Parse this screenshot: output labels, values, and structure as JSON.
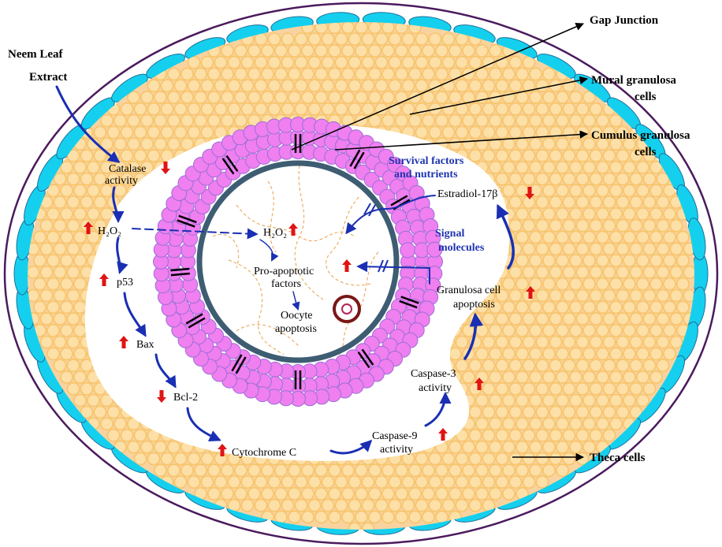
{
  "colors": {
    "background": "#ffffff",
    "theca_fill": "#ffffff",
    "theca_cell": "#14d0ee",
    "theca_cell_stroke": "#1f6f9a",
    "outer_ring": "#4b1a5e",
    "granulosa_fill": "#f8d3a0",
    "granulosa_cell": "#f7c46a",
    "granulosa_cell_inner": "#fde0a8",
    "antrum_fill": "#ffffff",
    "cumulus_cell": "#f07ff0",
    "cumulus_cell_stroke": "#9b6fd6",
    "zona_ring": "#3e5d73",
    "oocyte_fill": "#ffffff",
    "oocyte_lines": "#e8a04a",
    "nucleus_ring": "#7a1717",
    "arrow_blue": "#1a2fb3",
    "arrow_red": "#e01414",
    "pointer_black": "#000000"
  },
  "labels": {
    "neem_line1": "Neem Leaf",
    "neem_line2": "Extract",
    "gap_junction": "Gap Junction",
    "mural_line1": "Mural granulosa",
    "mural_line2": "cells",
    "cumulus_line1": "Cumulus granulosa",
    "cumulus_line2": "cells",
    "theca": "Theca cells",
    "catalase_line1": "Catalase",
    "catalase_line2": "activity",
    "h2o2_outer": "H₂O₂",
    "p53": "p53",
    "bax": "Bax",
    "bcl2": "Bcl-2",
    "cytochrome": "Cytochrome C",
    "caspase9_line1": "Caspase-9",
    "caspase9_line2": "activity",
    "caspase3_line1": "Caspase-3",
    "caspase3_line2": "activity",
    "gc_apoptosis_line1": "Granulosa cell",
    "gc_apoptosis_line2": "apoptosis",
    "estradiol": "Estradiol-17β",
    "survival_line1": "Survival factors",
    "survival_line2": "and nutrients",
    "signal_line1": "Signal",
    "signal_line2": "molecules",
    "h2o2_inner": "H₂O₂",
    "proapop_line1": "Pro-apoptotic",
    "proapop_line2": "factors",
    "oocyte_line1": "Oocyte",
    "oocyte_line2": "apoptosis"
  },
  "icons": {
    "up_arrow": "red-up-arrow-icon",
    "down_arrow": "red-down-arrow-icon"
  }
}
